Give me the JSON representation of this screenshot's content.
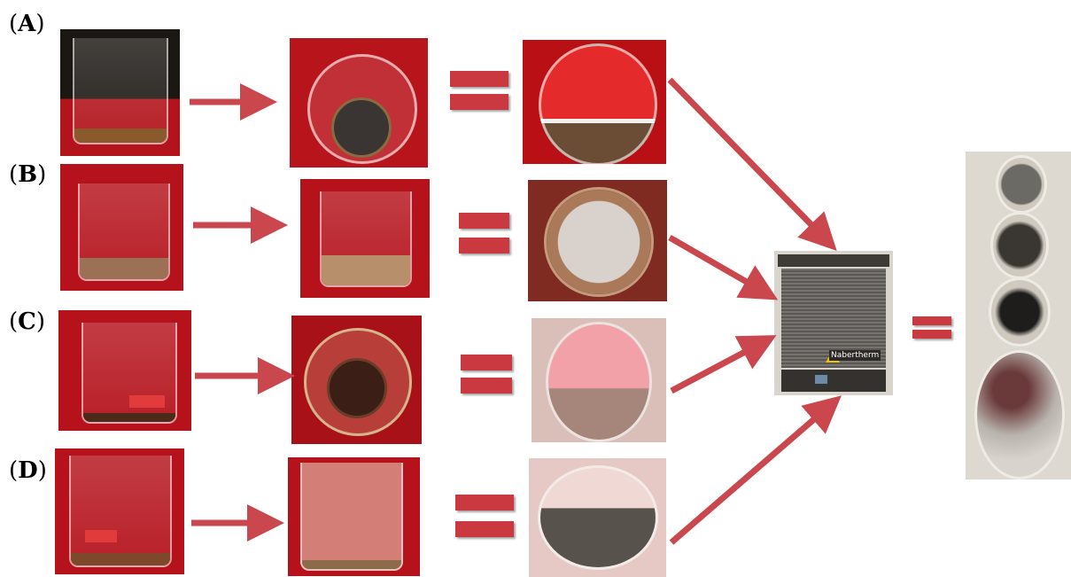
{
  "rows": [
    {
      "label": "A",
      "open": "(",
      "close": ")"
    },
    {
      "label": "B",
      "open": "(",
      "close": ")"
    },
    {
      "label": "C",
      "open": "(",
      "close": ")"
    },
    {
      "label": "D",
      "open": "(",
      "close": ")"
    }
  ],
  "furnace": {
    "brand": "Nabertherm"
  },
  "colors": {
    "arrow": "#c9474d",
    "background_red": "#b5121b"
  }
}
